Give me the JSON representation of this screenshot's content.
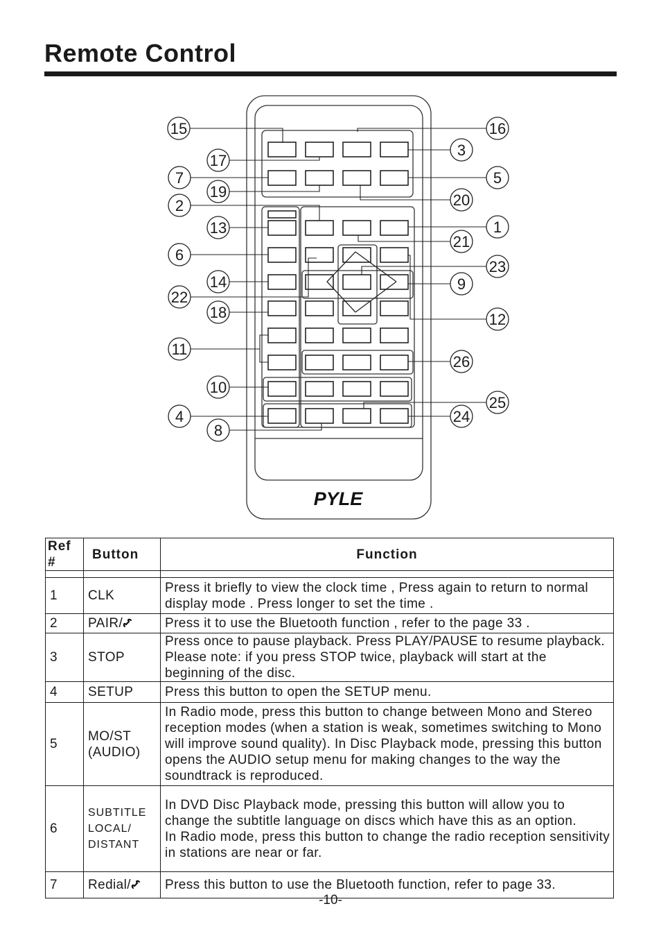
{
  "page": {
    "title": "Remote Control",
    "page_number": "-10-"
  },
  "remote": {
    "brand": "PYLE",
    "callouts_left": [
      "15",
      "17",
      "7",
      "19",
      "2",
      "13",
      "6",
      "14",
      "22",
      "18",
      "11",
      "10",
      "4",
      "8"
    ],
    "callouts_right": [
      "16",
      "3",
      "5",
      "20",
      "1",
      "21",
      "23",
      "9",
      "12",
      "26",
      "25",
      "24"
    ]
  },
  "table": {
    "headers": {
      "ref": "Ref #",
      "button": "Button",
      "function": "Function"
    },
    "rows": [
      {
        "ref": "1",
        "button": "CLK",
        "function": "Press it briefly to view the clock time , Press again to return to normal display mode . Press longer to set the time ."
      },
      {
        "ref": "2",
        "button": "PAIR/",
        "function": "Press it to use the Bluetooth function , refer to the page 33 ."
      },
      {
        "ref": "3",
        "button": "STOP",
        "function": "Press once to pause playback. Press PLAY/PAUSE to resume playback. Please note: if you press STOP twice, playback will start at the beginning of the disc."
      },
      {
        "ref": "4",
        "button": "SETUP",
        "function": "Press this button to open the SETUP menu."
      },
      {
        "ref": "5",
        "button": "MO/ST (AUDIO)",
        "function": "In Radio mode, press this button to change between Mono and Stereo reception modes (when a station is weak, sometimes switching to Mono will improve sound quality). In Disc Playback mode, pressing this button opens the AUDIO setup menu for making changes to the way the soundtrack is reproduced."
      },
      {
        "ref": "6",
        "button": "SUBTITLE LOCAL/ DISTANT",
        "function": "In DVD Disc Playback mode, pressing this button will allow you to change the subtitle language on discs which have this as an option.",
        "function2": "In Radio mode, press this button to change the radio reception sensitivity in stations are near or far."
      },
      {
        "ref": "7",
        "button": "Redial/",
        "function": "Press this button to use the Bluetooth function, refer to page 33."
      }
    ]
  }
}
